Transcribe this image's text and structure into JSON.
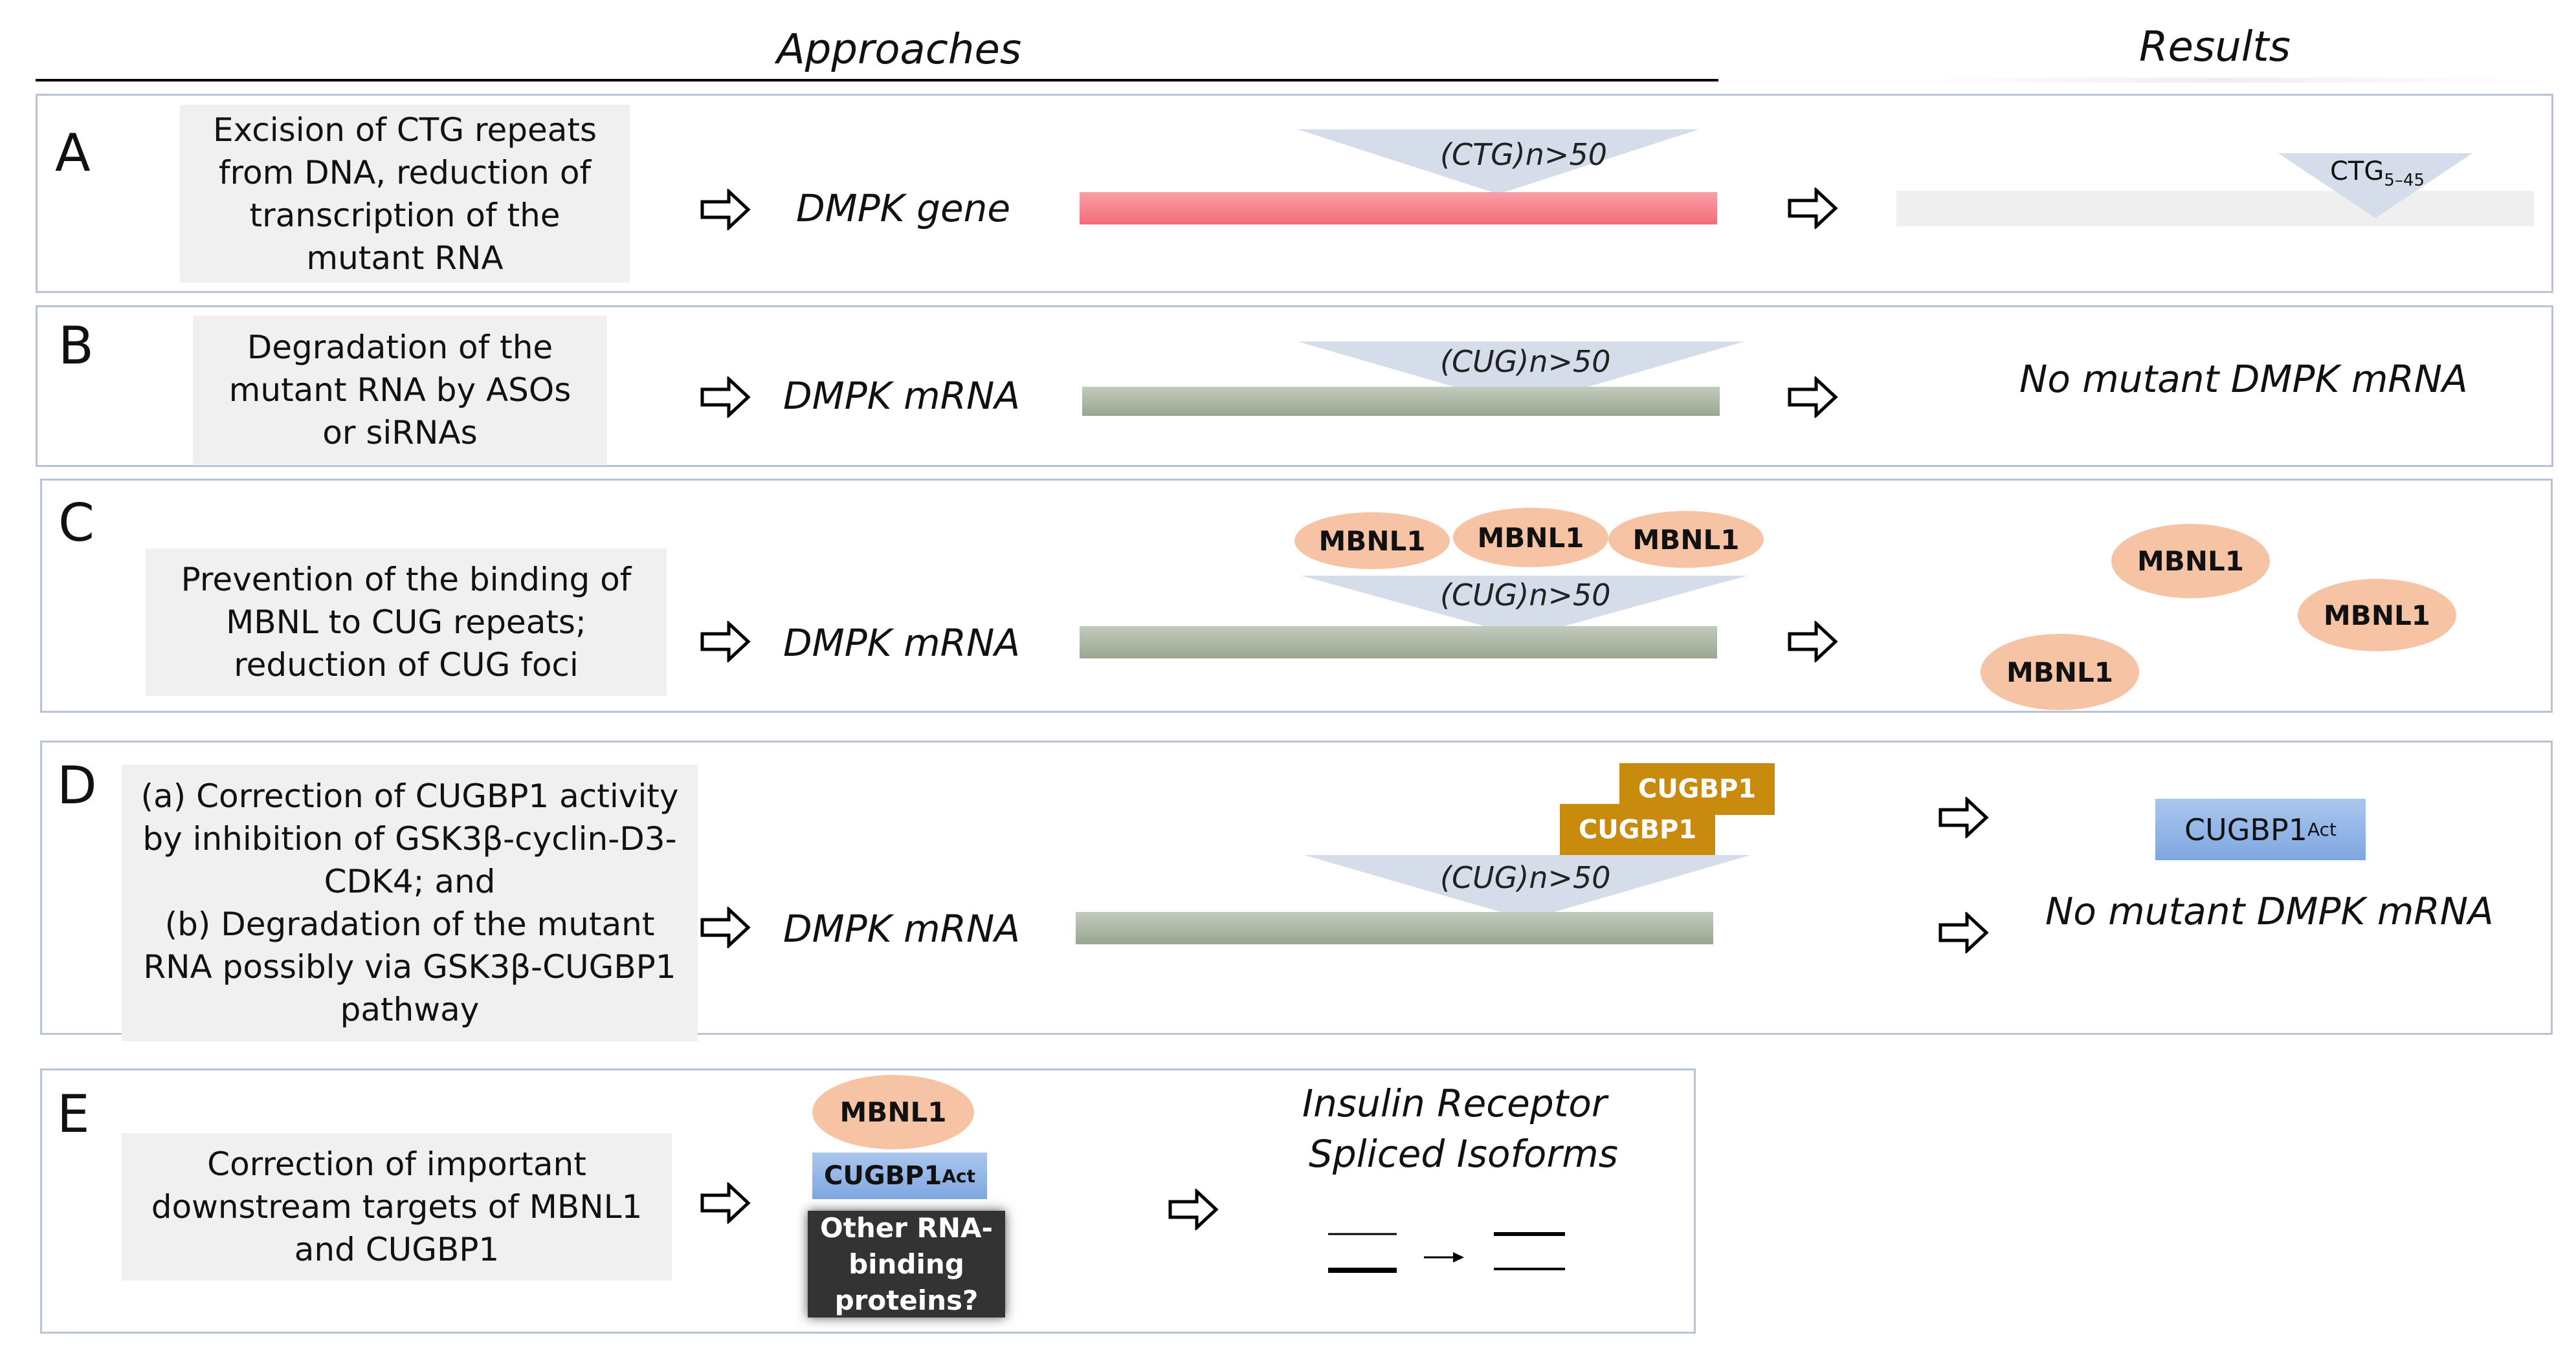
{
  "header": {
    "approaches": "Approaches",
    "results": "Results"
  },
  "panels": [
    {
      "label": "A",
      "approach": "Excision of CTG repeats from DNA, reduction of transcription of the mutant RNA",
      "target": "DMPK gene",
      "repeat": "(CTG)n>50",
      "result_repeat": "CTG",
      "result_repeat_sub": "5–45"
    },
    {
      "label": "B",
      "approach": "Degradation of the mutant RNA by ASOs or siRNAs",
      "target": "DMPK mRNA",
      "repeat": "(CUG)n>50",
      "result": "No mutant DMPK mRNA"
    },
    {
      "label": "C",
      "approach": "Prevention of the binding of MBNL to CUG repeats; reduction of CUG foci",
      "target": "DMPK mRNA",
      "repeat": "(CUG)n>50",
      "protein": "MBNL1"
    },
    {
      "label": "D",
      "approach_a": "(a) Correction of CUGBP1 activity by inhibition of GSK3β-cyclin-D3-CDK4; and",
      "approach_b": "(b) Degradation of the mutant RNA possibly via GSK3β-CUGBP1 pathway",
      "target": "DMPK mRNA",
      "repeat": "(CUG)n>50",
      "protein": "CUGBP1",
      "result_protein": "CUGBP1",
      "result_sup": "Act",
      "result": "No mutant DMPK mRNA"
    },
    {
      "label": "E",
      "approach": "Correction of important downstream targets of MBNL1 and CUGBP1",
      "protein1": "MBNL1",
      "protein2": "CUGBP1",
      "protein2_sup": "Act",
      "protein3": "Other RNA-binding proteins?",
      "result_line1": "Insulin Receptor",
      "result_line2": "Spliced Isoforms"
    }
  ],
  "colors": {
    "panel_border": "#b7c3d6",
    "mbnl": "#f6c3a4",
    "cugbp": "#c98b0e",
    "triangle": "#d4dde9"
  }
}
